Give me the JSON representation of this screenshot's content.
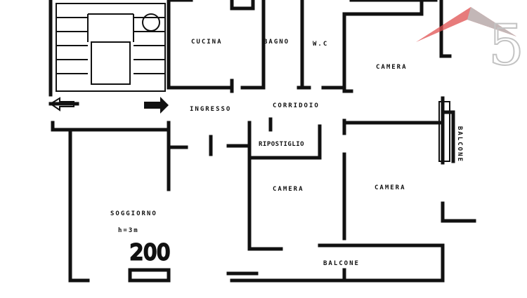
{
  "rooms": {
    "kitchen": "CUCINA",
    "bathroom": "BAGNO",
    "wc": "W.C",
    "bedroom_top": "CAMERA",
    "entrance": "INGRESSO",
    "corridor": "CORRIDOIO",
    "storage": "RIPOSTIGLIO",
    "balcony_right": "BALCONE",
    "bedroom_middle": "CAMERA",
    "bedroom_right": "CAMERA",
    "living": "SOGGIORNO",
    "living_height": "h=3m",
    "balcony_bottom": "BALCONE"
  },
  "annotation": "200",
  "logo": {
    "text": "5",
    "roof_color": "#e05050",
    "gray_color": "#b0b0b0"
  }
}
